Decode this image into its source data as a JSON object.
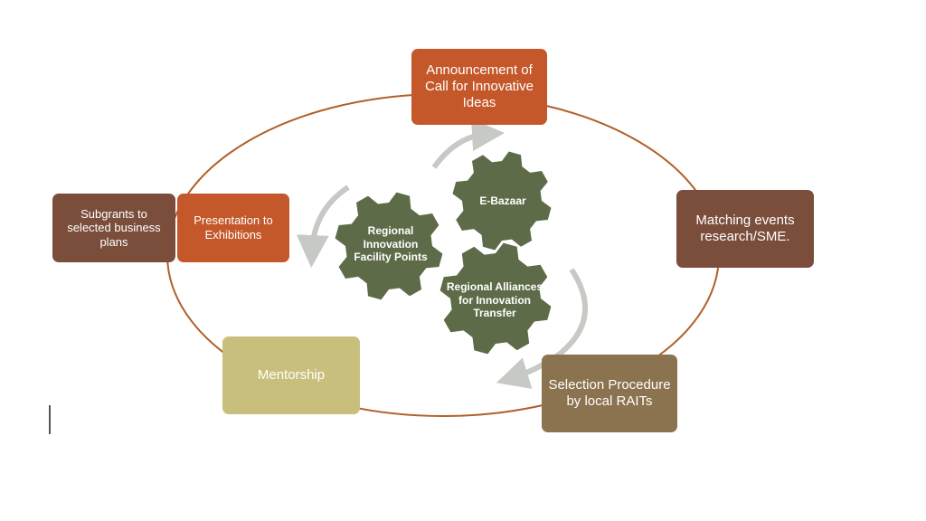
{
  "colors": {
    "cycle_line": "#B0602A",
    "orange": "#C4582A",
    "brown": "#7A4E3B",
    "tan": "#8C7350",
    "khaki": "#C9BF7C",
    "gear": "#5E6B48",
    "arrow": "#C7C9C4"
  },
  "boxes": {
    "announcement": "Announcement of Call for Innovative Ideas",
    "matching": "Matching events research/SME.",
    "selection": "Selection Procedure by local RAITs",
    "mentorship": "Mentorship",
    "subgrants": "Subgrants to selected business plans",
    "presentation": "Presentation to Exhibitions"
  },
  "gears": {
    "ebazaar": "E-Bazaar",
    "regional_facility": "Regional Innovation Facility Points",
    "regional_alliances": "Regional Alliances for Innovation Transfer"
  }
}
